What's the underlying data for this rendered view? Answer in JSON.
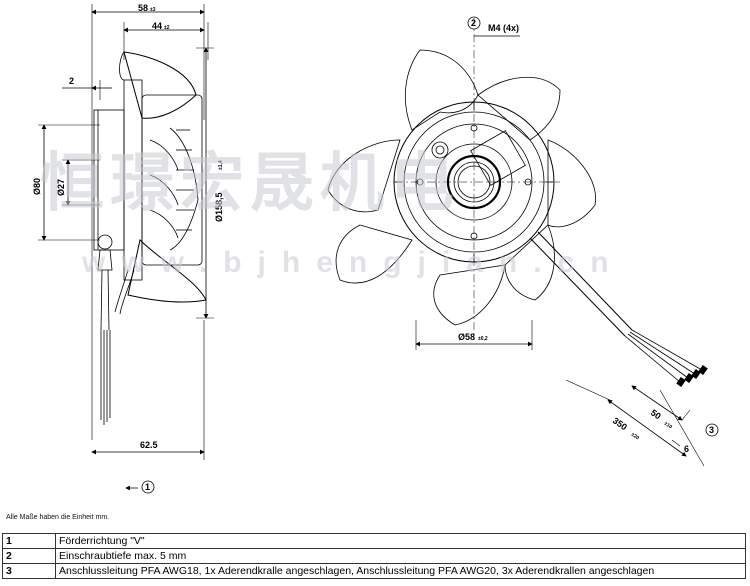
{
  "dimensions": {
    "width_total": "58",
    "width_total_tol": "±3",
    "width_inner": "44",
    "width_inner_tol": "±2",
    "offset": "2",
    "dia_80": "Ø80",
    "dia_27": "Ø27",
    "dia_158": "Ø158,5",
    "dia_158_tol": "±1,4",
    "depth_total": "62.5",
    "thread": "M4 (4x)",
    "dia_58": "Ø58",
    "dia_58_tol": "±0,2",
    "lead_50": "50",
    "lead_50_tol": "±10",
    "lead_350": "350",
    "lead_350_tol": "±20",
    "lead_6": "6"
  },
  "callouts": {
    "c1": "1",
    "c2": "2",
    "c3": "3"
  },
  "watermark": {
    "chinese": "恒璟宏晟机电",
    "url": "www.bjhengjian.cn"
  },
  "unit_note": "Alle Maße haben die Einheit mm.",
  "legend": [
    {
      "num": "1",
      "text": "Förderrichtung \"V\""
    },
    {
      "num": "2",
      "text": "Einschraubtiefe max. 5 mm"
    },
    {
      "num": "3",
      "text": "Anschlussleitung PFA AWG18, 1x Aderendkralle angeschlagen, Anschlussleitung PFA AWG20, 3x Aderendkrallen angeschlagen"
    }
  ]
}
